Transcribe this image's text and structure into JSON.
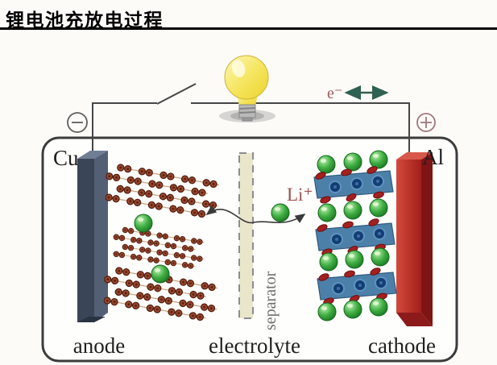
{
  "title": "锂电池充放电过程",
  "diagram": {
    "terminals": {
      "negative": "−",
      "positive": "+"
    },
    "electrodes": {
      "anode_collector": "Cu",
      "cathode_collector": "Al"
    },
    "labels": {
      "electron": "e⁻",
      "lithium_ion": "Li⁺",
      "separator": "separator",
      "anode": "anode",
      "electrolyte": "electrolyte",
      "cathode": "cathode"
    },
    "icons": {
      "bulb": "light-bulb",
      "switch": "open-circuit-switch",
      "electron_flow": "double-headed-arrow",
      "ion_path": "curved-double-arrow",
      "negative_terminal": "⊖",
      "positive_terminal": "⊕"
    },
    "colors": {
      "copper_electrode": "#3a4558",
      "aluminum_electrode": "#c23128",
      "lithium_green": "#2fa33c",
      "graphite_atom_brown": "#9c4730",
      "cathode_slab_blue": "#4d80a8",
      "oxygen_red": "#a32020",
      "ion_text_red": "#9e5050",
      "electron_arrow_teal": "#2f6152",
      "separator_beige": "#eae6ca",
      "bulb_yellow": "#f3dc45",
      "wire_gray": "#464646"
    }
  }
}
